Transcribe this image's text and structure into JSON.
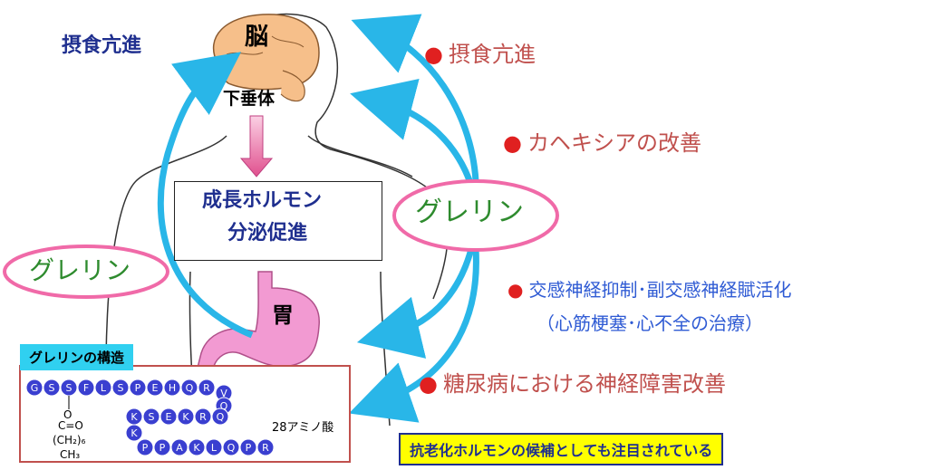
{
  "brain_label": "脳",
  "pituitary_label": "下垂体",
  "stomach_label": "胃",
  "left_effect": "摂食亢進",
  "center_box": [
    "成長ホルモン",
    "分泌促進"
  ],
  "ghrelin_left": "グレリン",
  "ghrelin_right": "グレリン",
  "effects": [
    {
      "text": "摂食亢進",
      "color": "#c0504d"
    },
    {
      "text": "カヘキシアの改善",
      "color": "#c0504d"
    },
    {
      "text": "交感神経抑制･副交感神経賦活化",
      "color": "#2f5bd4"
    },
    {
      "text": "糖尿病における神経障害改善",
      "color": "#c0504d"
    }
  ],
  "effect_sub": "（心筋梗塞･心不全の治療）",
  "structure_title": "グレリンの構造",
  "sequence_row1": [
    "G",
    "S",
    "S",
    "F",
    "L",
    "S",
    "P",
    "E",
    "H",
    "Q",
    "R",
    "V"
  ],
  "sequence_q": "Q",
  "sequence_row2": [
    "K",
    "S",
    "E",
    "K",
    "R",
    "Q"
  ],
  "sequence_row3_lead": "K",
  "sequence_row3": [
    "P",
    "P",
    "A",
    "K",
    "L",
    "Q",
    "P",
    "R"
  ],
  "side_chain": [
    "O",
    "C=O",
    "(CH₂)₆",
    "CH₃"
  ],
  "amino_count": "28アミノ酸",
  "banner": "抗老化ホルモンの候補としても注目されている",
  "colors": {
    "arrow": "#29b6e8",
    "ellipse": "#f06aa8",
    "bead": "#3a3fd0",
    "stomach": "#f29ad2",
    "brain": "#f6bf8a"
  }
}
